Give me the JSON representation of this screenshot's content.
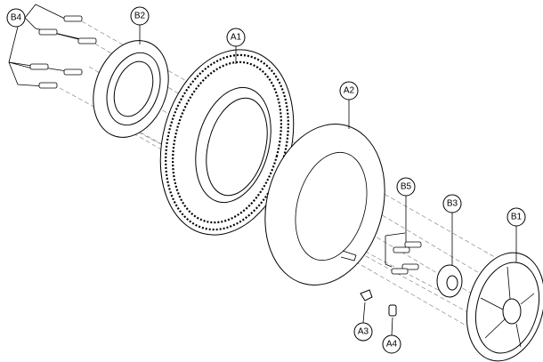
{
  "diagram": {
    "title": "Wheel assembly exploded view",
    "callouts": [
      {
        "id": "B4",
        "label": "B4"
      },
      {
        "id": "B2",
        "label": "B2"
      },
      {
        "id": "A1",
        "label": "A1"
      },
      {
        "id": "A2",
        "label": "A2"
      },
      {
        "id": "B5",
        "label": "B5"
      },
      {
        "id": "B3",
        "label": "B3"
      },
      {
        "id": "B1",
        "label": "B1"
      },
      {
        "id": "A3",
        "label": "A3"
      },
      {
        "id": "A4",
        "label": "A4"
      }
    ]
  }
}
